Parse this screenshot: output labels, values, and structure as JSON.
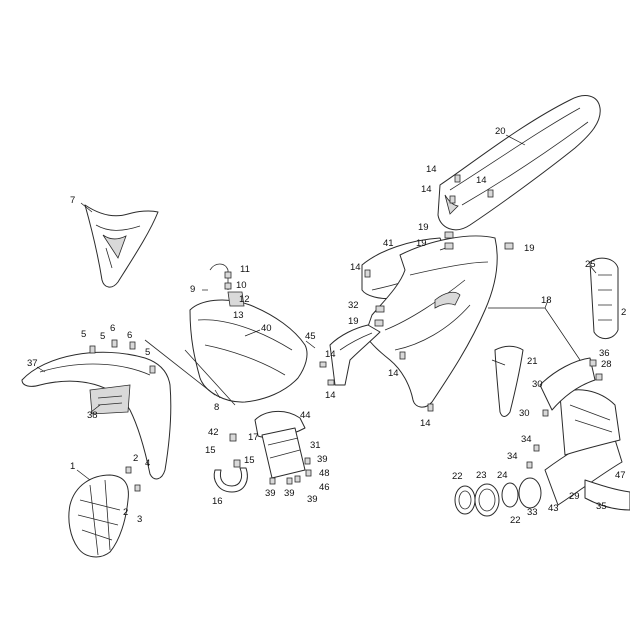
{
  "callouts": {
    "c1": "1",
    "c2a": "2",
    "c2b": "2",
    "c3": "3",
    "c4": "4",
    "c5a": "5",
    "c5b": "5",
    "c5c": "5",
    "c6a": "6",
    "c6b": "6",
    "c7": "7",
    "c8": "8",
    "c9": "9",
    "c10": "10",
    "c11": "11",
    "c12": "12",
    "c13": "13",
    "c14a": "14",
    "c14b": "14",
    "c14c": "14",
    "c14d": "14",
    "c14e": "14",
    "c14f": "14",
    "c14g": "14",
    "c15a": "15",
    "c15b": "15",
    "c16": "16",
    "c17": "17",
    "c18": "18",
    "c19a": "19",
    "c19b": "19",
    "c19c": "19",
    "c19d": "19",
    "c20": "20",
    "c21": "21",
    "c22a": "22",
    "c22b": "22",
    "c23": "23",
    "c24": "24",
    "c25": "25",
    "c26": "2",
    "c28": "28",
    "c29": "29",
    "c30a": "30",
    "c30b": "30",
    "c31": "31",
    "c32": "32",
    "c33": "33",
    "c34a": "34",
    "c34b": "34",
    "c35": "35",
    "c36": "36",
    "c37": "37",
    "c38": "38",
    "c39a": "39",
    "c39b": "39",
    "c39c": "39",
    "c39d": "39",
    "c40": "40",
    "c41": "41",
    "c42": "42",
    "c43": "43",
    "c44": "44",
    "c45": "45",
    "c46": "46",
    "c47": "47",
    "c48": "48"
  }
}
